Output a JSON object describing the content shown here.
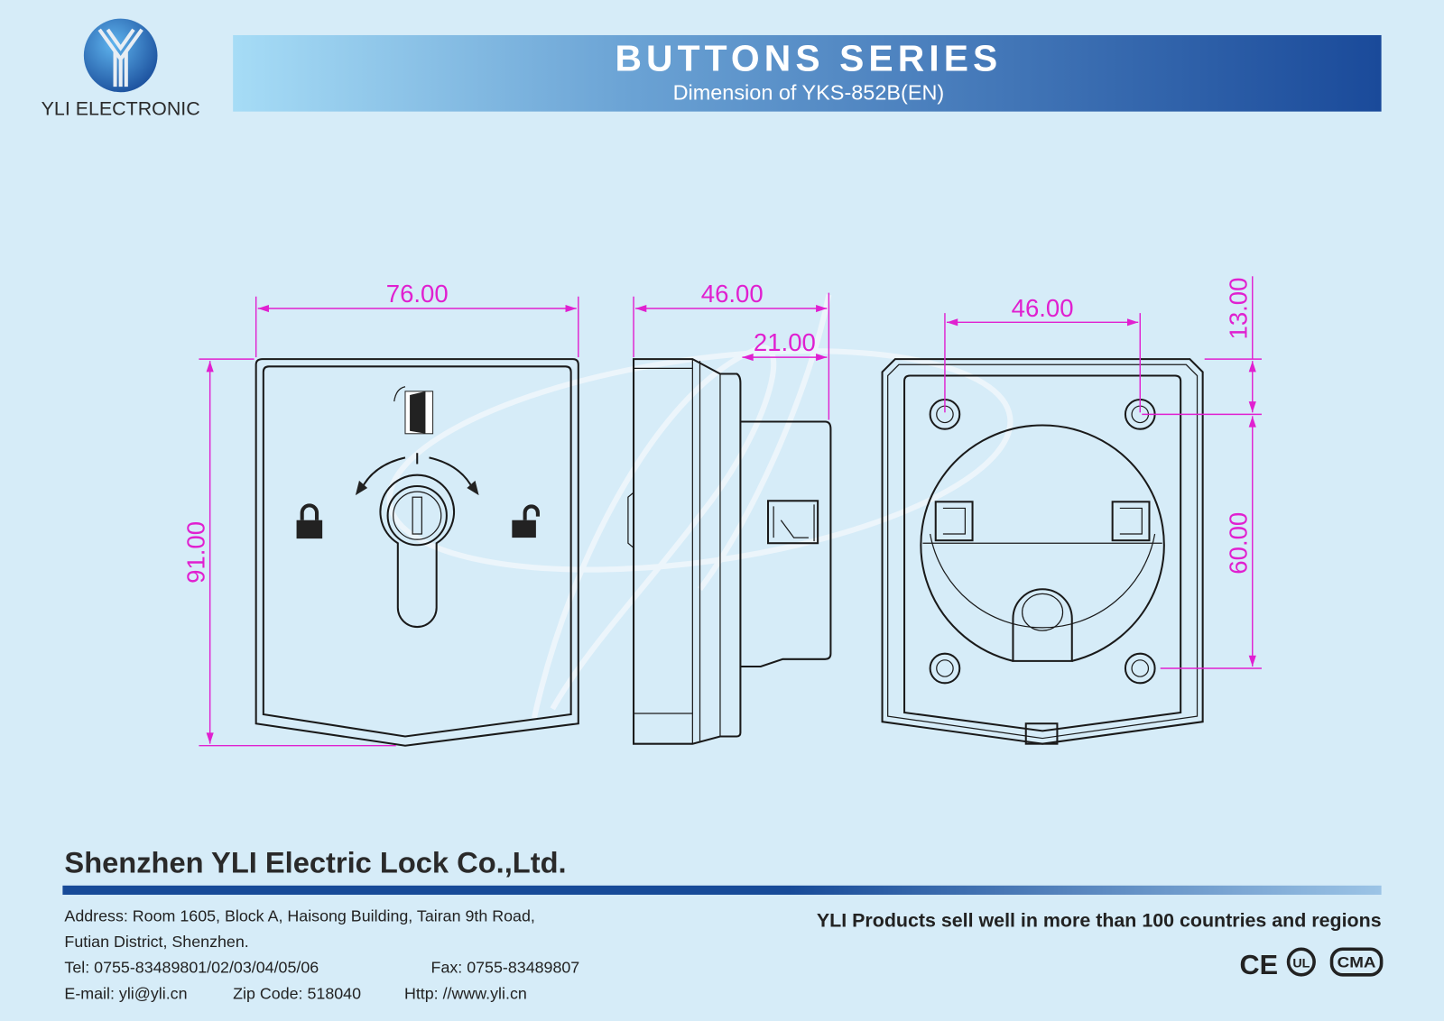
{
  "brand": {
    "logo_text": "YLI ELECTRONIC"
  },
  "header": {
    "title": "BUTTONS SERIES",
    "subtitle": "Dimension of YKS-852B(EN)"
  },
  "dimensions": {
    "front_width": "76.00",
    "front_height": "91.00",
    "side_depth": "46.00",
    "side_protrusion": "21.00",
    "back_hole_spacing_h": "46.00",
    "back_offset_top": "13.00",
    "back_hole_spacing_v": "60.00"
  },
  "footer": {
    "company": "Shenzhen YLI Electric Lock Co.,Ltd.",
    "address_line1": "Address: Room 1605, Block A, Haisong Building, Tairan 9th Road,",
    "address_line2": "Futian District, Shenzhen.",
    "tel": "Tel: 0755-83489801/02/03/04/05/06",
    "fax": "Fax: 0755-83489807",
    "email": "E-mail: yli@yli.cn",
    "zip": "Zip Code: 518040",
    "web": "Http: //www.yli.cn",
    "slogan": "YLI Products sell well in more than 100 countries and regions",
    "certifications": [
      "CE",
      "UL",
      "CMA"
    ]
  },
  "colors": {
    "background": "#d6ecf8",
    "banner_dark": "#1a4a9a",
    "banner_light": "#a0d8f4",
    "dimension": "#e020d0"
  }
}
